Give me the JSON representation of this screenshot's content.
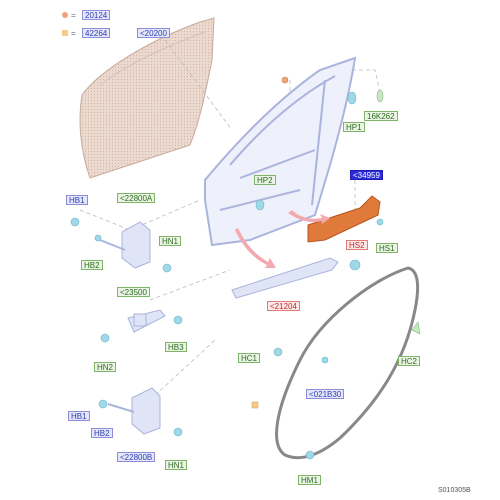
{
  "legend": [
    {
      "swatch_color": "#f0a27a",
      "shape": "round",
      "symbol": "=",
      "ref": "20124"
    },
    {
      "swatch_color": "#f7c98a",
      "shape": "square",
      "symbol": "=",
      "ref": "42264"
    }
  ],
  "labels": {
    "door_panel": "<20200",
    "pillar_ref": "",
    "hp1": "HP1",
    "k262": "16K262",
    "hp2": "HP2",
    "seal_hl": "<34959",
    "hs2": "HS2",
    "hs1": "HS1",
    "hb1_top": "HB1",
    "hinge_upper": "<22800A",
    "hn1_top": "HN1",
    "hb2_top": "HB2",
    "check_strap": "<23500",
    "hb3": "HB3",
    "hn2": "HN2",
    "sill": "<21204",
    "hc1": "HC1",
    "hc2": "HC2",
    "weatherstrip": "<021B30",
    "hb1_bot": "HB1",
    "hb2_bot": "HB2",
    "hinge_lower": "<22800B",
    "hn1_bot": "HN1",
    "hm1": "HM1"
  },
  "doc_code": "S010305B",
  "colors": {
    "door_fill": "#e8d2c8",
    "frame_line": "#aab4dc",
    "highlight_part": "#e07a3a",
    "fastener": "#9fd8e6",
    "arrow": "#f4a8b0",
    "seal_line": "#888888"
  }
}
